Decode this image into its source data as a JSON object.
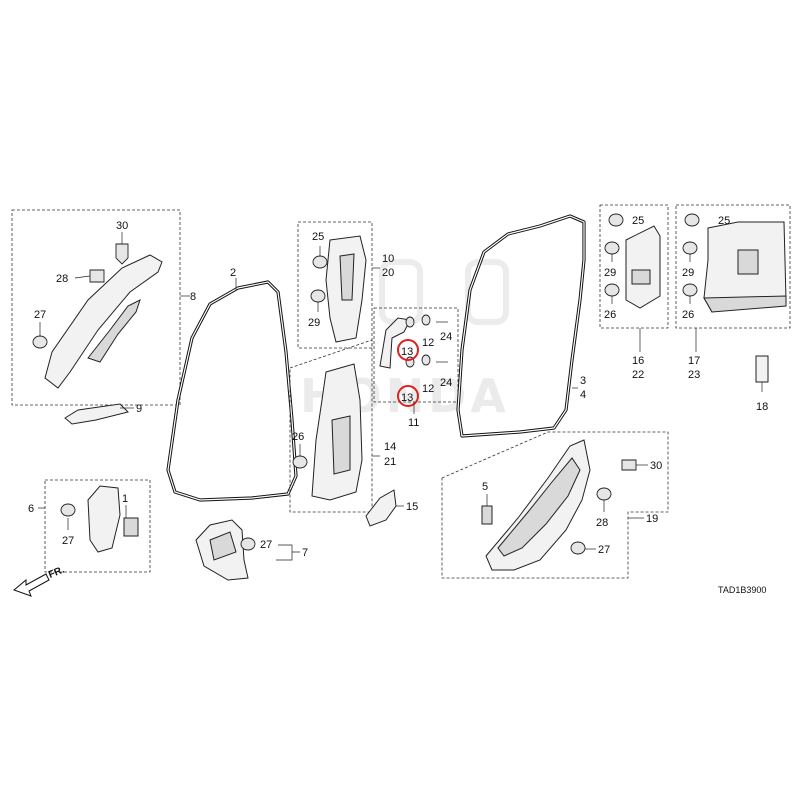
{
  "diagram": {
    "code": "TAD1B3900",
    "direction_label": "FR.",
    "watermark": "HONDA"
  },
  "callouts": {
    "c1": "1",
    "c2": "2",
    "c3": "3",
    "c4": "4",
    "c5": "5",
    "c6": "6",
    "c7": "7",
    "c8": "8",
    "c9": "9",
    "c10": "10",
    "c11": "11",
    "c12": "12",
    "c13": "13",
    "c14": "14",
    "c15": "15",
    "c16": "16",
    "c17": "17",
    "c18": "18",
    "c19": "19",
    "c20": "20",
    "c21": "21",
    "c22": "22",
    "c23": "23",
    "c24": "24",
    "c25": "25",
    "c26": "26",
    "c27": "27",
    "c28": "28",
    "c29": "29",
    "c30": "30"
  },
  "highlight_color": "#e02020"
}
